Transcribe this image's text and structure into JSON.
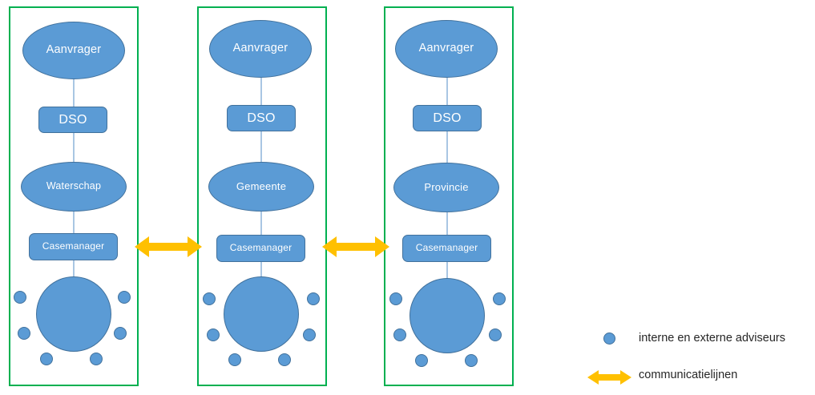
{
  "diagram": {
    "title": "",
    "colors": {
      "node_fill": "#5B9BD5",
      "node_stroke": "#41719C",
      "frame_border": "#00B050",
      "arrow": "#FFC000",
      "connector": "#A9C6E3",
      "text": "#FFFFFF",
      "legend_text": "#262626"
    },
    "columns": [
      {
        "id": "waterschap-column",
        "nodes": [
          {
            "name": "aanvrager-node-1",
            "label": "Aanvrager",
            "shape": "ellipse"
          },
          {
            "name": "dso-node-1",
            "label": "DSO",
            "shape": "rounded"
          },
          {
            "name": "authority-node-1",
            "label": "Waterschap",
            "shape": "ellipse"
          },
          {
            "name": "casemanager-node-1",
            "label": "Casemanager",
            "shape": "rounded"
          },
          {
            "name": "advisor-hub-1",
            "label": "",
            "shape": "circle"
          }
        ]
      },
      {
        "id": "gemeente-column",
        "nodes": [
          {
            "name": "aanvrager-node-2",
            "label": "Aanvrager",
            "shape": "ellipse"
          },
          {
            "name": "dso-node-2",
            "label": "DSO",
            "shape": "rounded"
          },
          {
            "name": "authority-node-2",
            "label": "Gemeente",
            "shape": "ellipse"
          },
          {
            "name": "casemanager-node-2",
            "label": "Casemanager",
            "shape": "rounded"
          },
          {
            "name": "advisor-hub-2",
            "label": "",
            "shape": "circle"
          }
        ]
      },
      {
        "id": "provincie-column",
        "nodes": [
          {
            "name": "aanvrager-node-3",
            "label": "Aanvrager",
            "shape": "ellipse"
          },
          {
            "name": "dso-node-3",
            "label": "DSO",
            "shape": "rounded"
          },
          {
            "name": "authority-node-3",
            "label": "Provincie",
            "shape": "ellipse"
          },
          {
            "name": "casemanager-node-3",
            "label": "Casemanager",
            "shape": "rounded"
          },
          {
            "name": "advisor-hub-3",
            "label": "",
            "shape": "circle"
          }
        ]
      }
    ],
    "connections": [
      {
        "name": "comm-arrow-1-2",
        "from": "waterschap-column",
        "to": "gemeente-column",
        "type": "double-arrow"
      },
      {
        "name": "comm-arrow-2-3",
        "from": "gemeente-column",
        "to": "provincie-column",
        "type": "double-arrow"
      }
    ],
    "legend": {
      "items": [
        {
          "name": "legend-advisors",
          "symbol": "blue-dot",
          "label": "interne en externe adviseurs"
        },
        {
          "name": "legend-communication",
          "symbol": "orange-arrow",
          "label": "communicatielijnen"
        }
      ]
    }
  }
}
